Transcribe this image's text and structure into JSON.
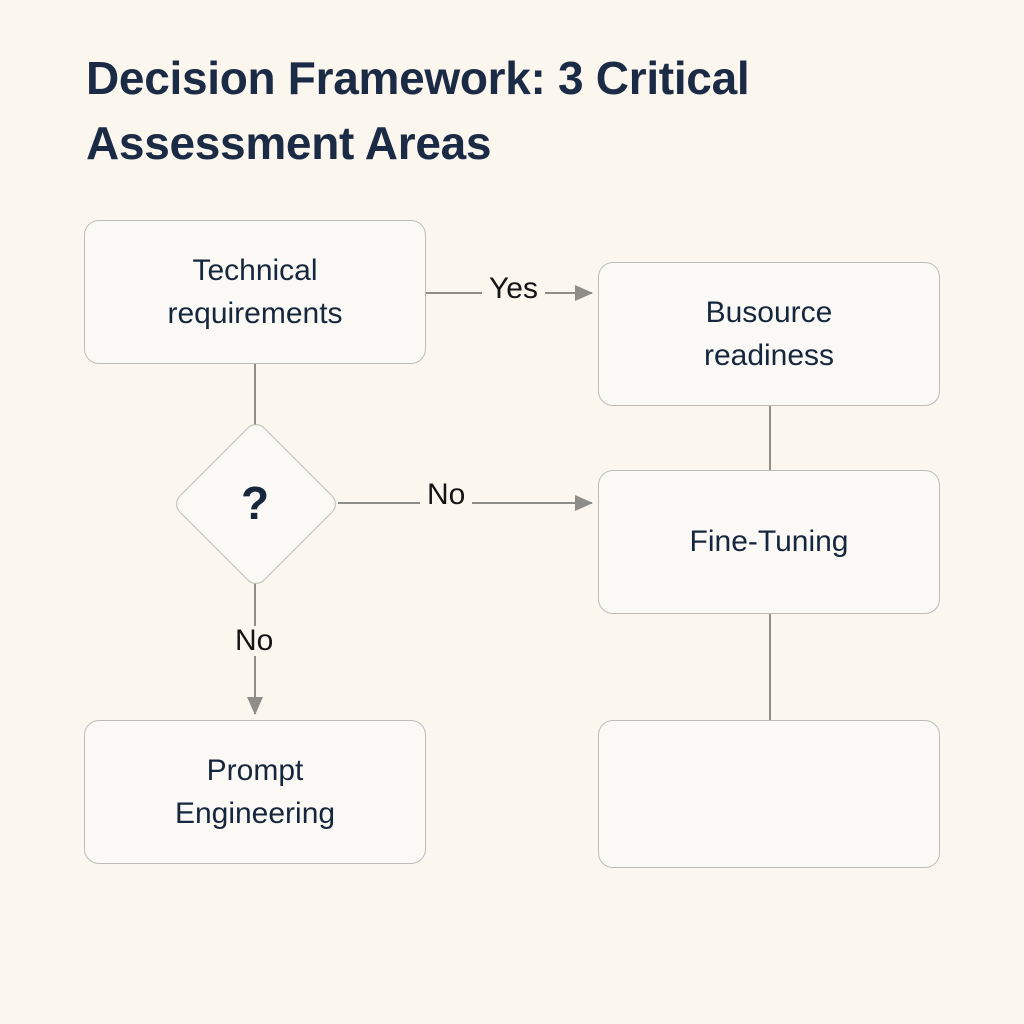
{
  "page": {
    "title": "Decision Framework: 3 Critical Assessment Areas",
    "background_color": "#fbf7ef",
    "text_color": "#16263d",
    "node_fill": "#faf9f5",
    "node_border": "#bdbcb6",
    "connector_color": "#8e8d88"
  },
  "diagram": {
    "type": "flowchart",
    "nodes": [
      {
        "id": "technical",
        "label": "Technical\nrequirements",
        "shape": "rounded-rect"
      },
      {
        "id": "business",
        "label": "Busource\nreadiness",
        "shape": "rounded-rect"
      },
      {
        "id": "decision",
        "label": "?",
        "shape": "diamond"
      },
      {
        "id": "finetuning",
        "label": "Fine-Tuning",
        "shape": "rounded-rect"
      },
      {
        "id": "prompt",
        "label": "Prompt\nEngineering",
        "shape": "rounded-rect"
      },
      {
        "id": "empty",
        "label": "",
        "shape": "rounded-rect"
      }
    ],
    "node_labels": {
      "technical_line1": "Technical",
      "technical_line2": "requirements",
      "business_line1": "Busource",
      "business_line2": "readiness",
      "decision": "?",
      "finetuning": "Fine-Tuning",
      "prompt_line1": "Prompt",
      "prompt_line2": "Engineering",
      "empty": ""
    },
    "edges": [
      {
        "from": "technical",
        "to": "business",
        "label": "Yes",
        "direction": "right",
        "arrow": true
      },
      {
        "from": "technical",
        "to": "decision",
        "label": "",
        "direction": "down",
        "arrow": false
      },
      {
        "from": "decision",
        "to": "finetuning",
        "label": "No",
        "direction": "right",
        "arrow": true
      },
      {
        "from": "decision",
        "to": "prompt",
        "label": "No",
        "direction": "down",
        "arrow": true
      },
      {
        "from": "business",
        "to": "finetuning",
        "label": "",
        "direction": "down",
        "arrow": false
      },
      {
        "from": "finetuning",
        "to": "empty",
        "label": "",
        "direction": "down",
        "arrow": false
      }
    ],
    "edge_labels": {
      "yes": "Yes",
      "no_horizontal": "No",
      "no_vertical": "No"
    }
  }
}
